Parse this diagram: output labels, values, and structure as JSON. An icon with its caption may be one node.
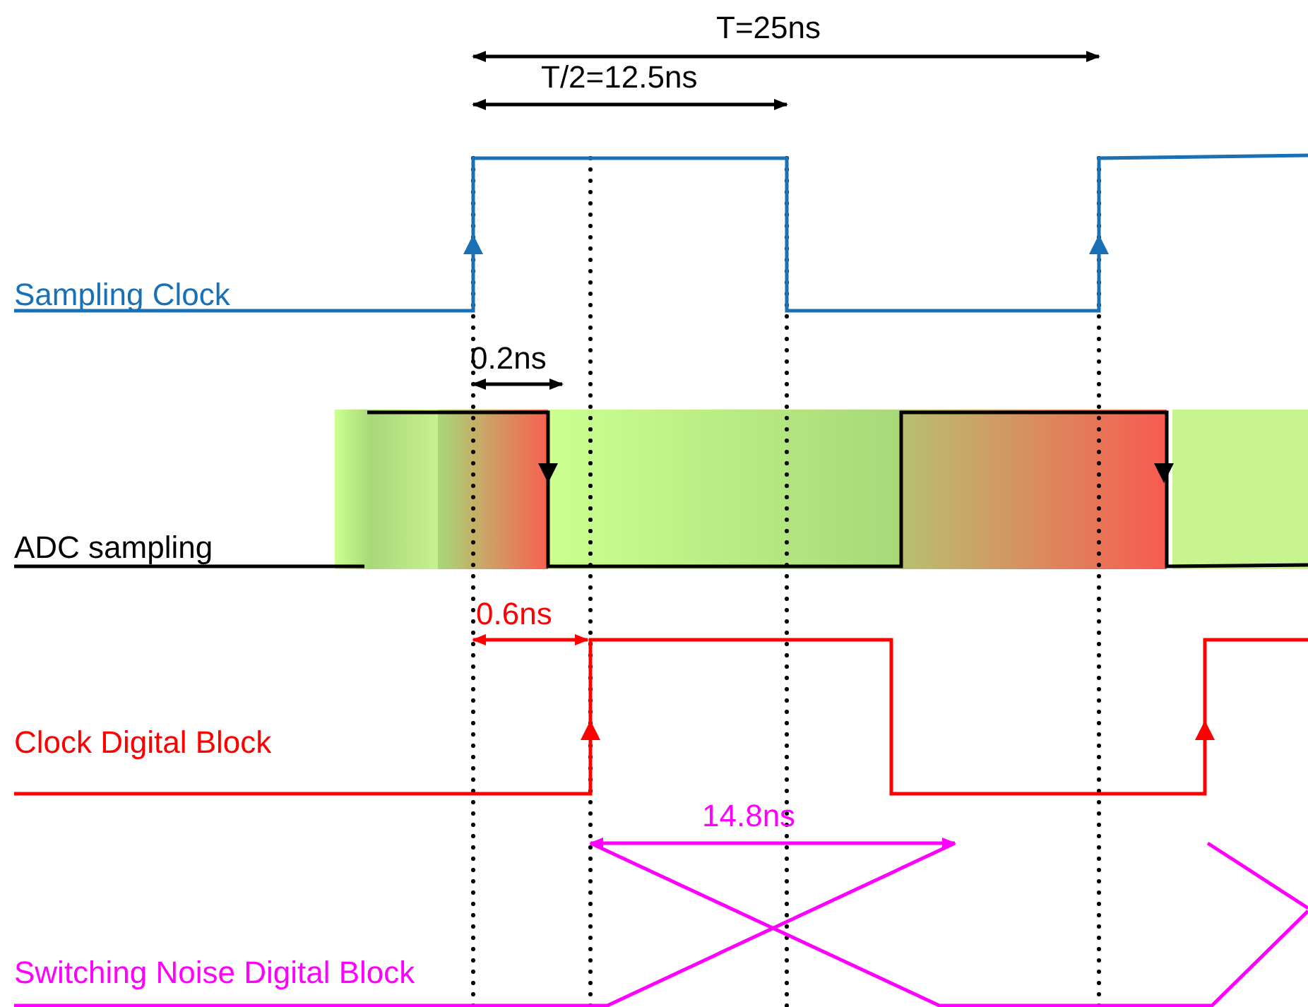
{
  "diagram": {
    "labels": [
      "T=25ns",
      "T/2=12.5ns",
      "Sampling Clock",
      "0.2ns",
      "ADC sampling",
      "0.6ns",
      "Clock Digital Block",
      "14.8ns",
      "Switching Noise Digital Block"
    ]
  }
}
